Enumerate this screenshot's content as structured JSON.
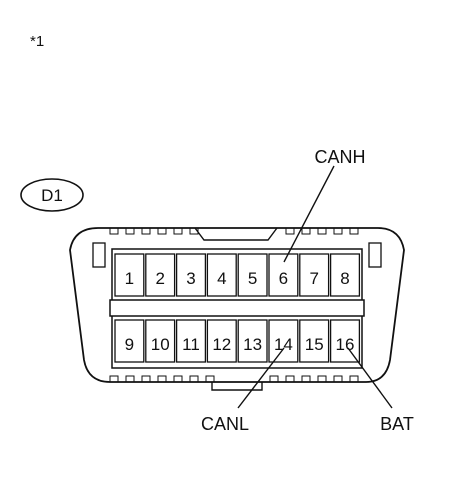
{
  "note": "*1",
  "connector": {
    "id_label": "D1",
    "pins_top": [
      "1",
      "2",
      "3",
      "4",
      "5",
      "6",
      "7",
      "8"
    ],
    "pins_bottom": [
      "9",
      "10",
      "11",
      "12",
      "13",
      "14",
      "15",
      "16"
    ]
  },
  "callouts": {
    "canh": "CANH",
    "canl": "CANL",
    "bat": "BAT"
  }
}
